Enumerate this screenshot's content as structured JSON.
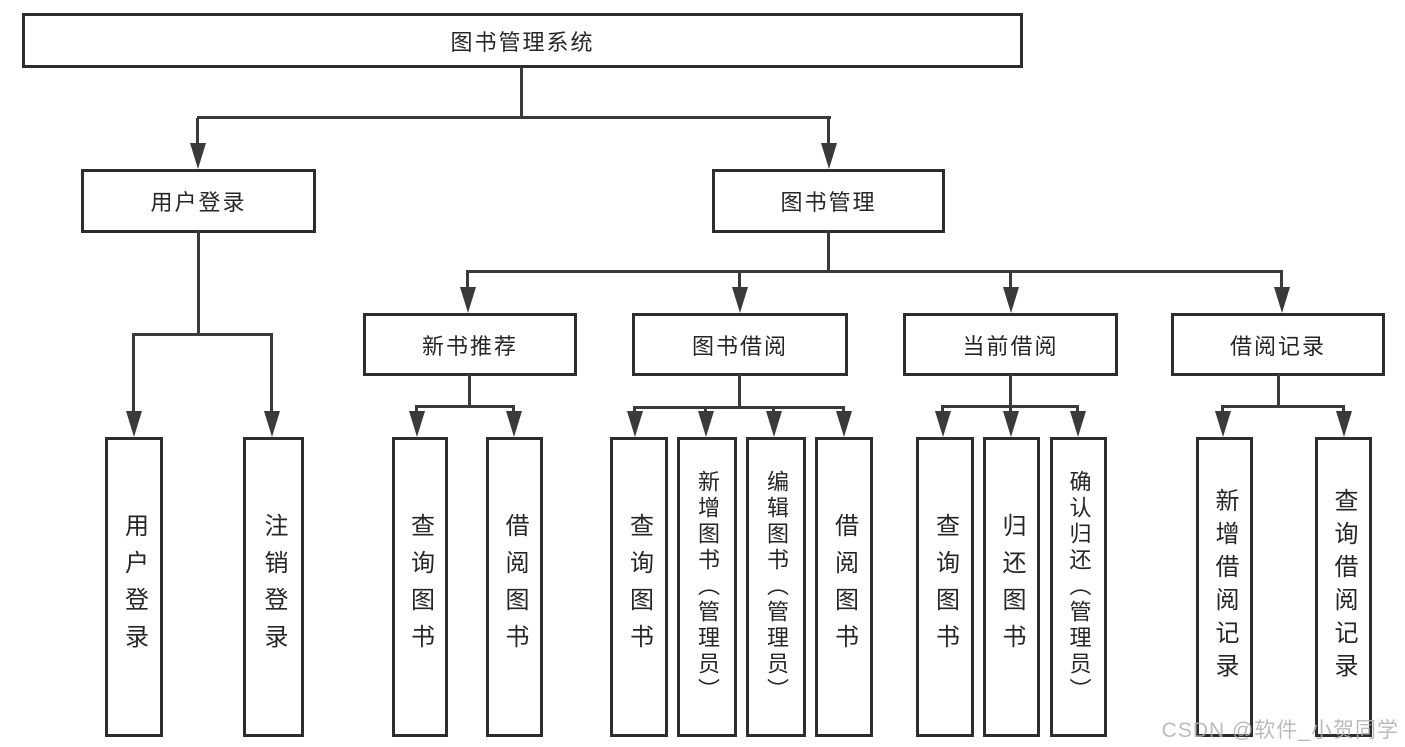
{
  "root": {
    "label": "图书管理系统"
  },
  "level2": [
    {
      "label": "用户登录"
    },
    {
      "label": "图书管理"
    }
  ],
  "level3": [
    {
      "label": "新书推荐",
      "parent": "图书管理"
    },
    {
      "label": "图书借阅",
      "parent": "图书管理"
    },
    {
      "label": "当前借阅",
      "parent": "图书管理"
    },
    {
      "label": "借阅记录",
      "parent": "图书管理"
    }
  ],
  "leaves": [
    {
      "label": "用户登录",
      "parent": "用户登录"
    },
    {
      "label": "注销登录",
      "parent": "用户登录"
    },
    {
      "label": "查询图书",
      "parent": "新书推荐"
    },
    {
      "label": "借阅图书",
      "parent": "新书推荐"
    },
    {
      "label": "查询图书",
      "parent": "图书借阅"
    },
    {
      "label": "新增图书（管理员）",
      "parent": "图书借阅"
    },
    {
      "label": "编辑图书（管理员）",
      "parent": "图书借阅"
    },
    {
      "label": "借阅图书",
      "parent": "图书借阅"
    },
    {
      "label": "查询图书",
      "parent": "当前借阅"
    },
    {
      "label": "归还图书",
      "parent": "当前借阅"
    },
    {
      "label": "确认归还（管理员）",
      "parent": "当前借阅"
    },
    {
      "label": "新增借阅记录",
      "parent": "借阅记录"
    },
    {
      "label": "查询借阅记录",
      "parent": "借阅记录"
    }
  ],
  "watermark": {
    "text": "CSDN @软件_小贺同学"
  },
  "colors": {
    "background": "#ffffff",
    "line": "#3a3a3a",
    "border": "#2d2d2d",
    "text": "#262626",
    "watermark": "#b0b0b0"
  }
}
